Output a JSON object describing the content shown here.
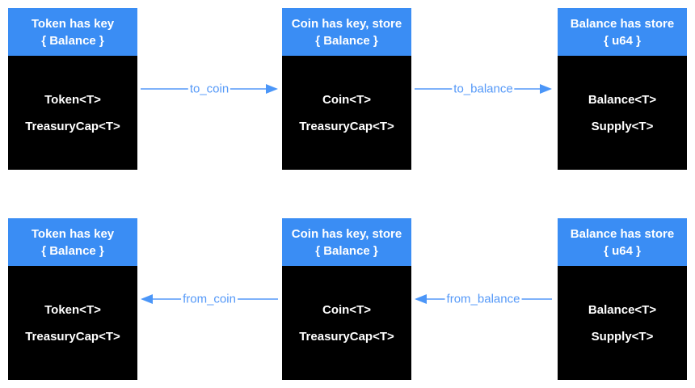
{
  "colors": {
    "background": "#ffffff",
    "header_blue": "#3a8df4",
    "arrow_blue": "#5599f8",
    "body_black": "#000000",
    "text_white": "#ffffff"
  },
  "diagram": {
    "rows": [
      {
        "boxes": [
          {
            "title_line1": "Token has key",
            "title_line2": "{ Balance }",
            "fields": [
              "Token<T>",
              "TreasuryCap<T>"
            ]
          },
          {
            "title_line1": "Coin has key, store",
            "title_line2": "{ Balance }",
            "fields": [
              "Coin<T>",
              "TreasuryCap<T>"
            ]
          },
          {
            "title_line1": "Balance has store",
            "title_line2": "{ u64 }",
            "fields": [
              "Balance<T>",
              "Supply<T>"
            ]
          }
        ],
        "arrows": [
          {
            "label": "to_coin",
            "direction": "right"
          },
          {
            "label": "to_balance",
            "direction": "right"
          }
        ]
      },
      {
        "boxes": [
          {
            "title_line1": "Token has key",
            "title_line2": "{ Balance }",
            "fields": [
              "Token<T>",
              "TreasuryCap<T>"
            ]
          },
          {
            "title_line1": "Coin has key, store",
            "title_line2": "{ Balance }",
            "fields": [
              "Coin<T>",
              "TreasuryCap<T>"
            ]
          },
          {
            "title_line1": "Balance has store",
            "title_line2": "{ u64 }",
            "fields": [
              "Balance<T>",
              "Supply<T>"
            ]
          }
        ],
        "arrows": [
          {
            "label": "from_coin",
            "direction": "left"
          },
          {
            "label": "from_balance",
            "direction": "left"
          }
        ]
      }
    ]
  }
}
